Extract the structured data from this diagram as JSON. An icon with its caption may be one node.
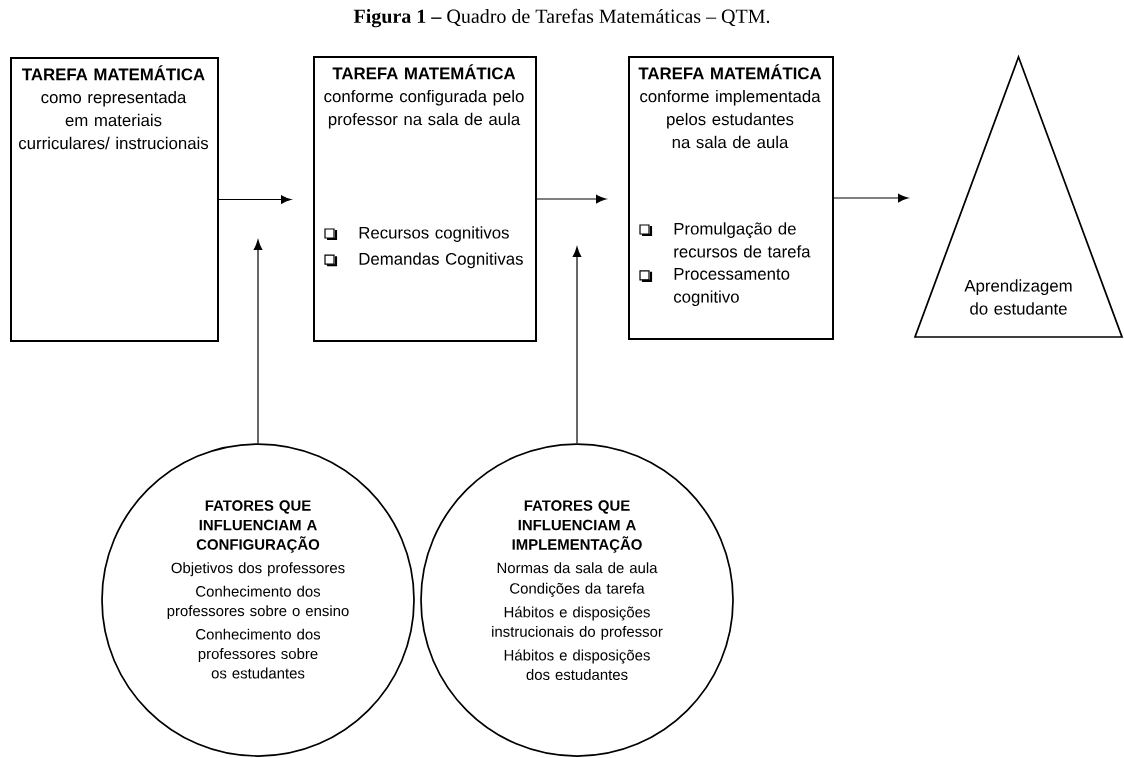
{
  "diagram": {
    "title": "**Figura 1 –** Quadro de Tarefas Matemáticas – QTM.",
    "nodes": [
      {
        "text": [
          "TAREFA MATEMÁTICA",
          "como representada em materiais curriculares/ instrucionais"
        ]
      },
      {
        "text": [
          "TAREFA MATEMÁTICA",
          "conforme configurada pelo professor na sala de aula",
          "Recursos cognitivos",
          "Demandas Cognitivas"
        ]
      },
      {
        "text": [
          "TAREFA MATEMÁTICA",
          "conforme implementada pelos estudantes na sala de aula",
          "Promulgação de recursos de tarefa",
          "Processamento cognitivo"
        ]
      },
      {
        "text": [
          "Aprendizagem do estudante"
        ]
      },
      {
        "text": [
          "FATORES QUE INFLUENCIAM A CONFIGURAÇÃO",
          "Objetivos dos professores",
          "Conhecimento dos professores sobre o ensino",
          "Conhecimento dos professores sobre os estudantes"
        ]
      },
      {
        "text": [
          "FATORES QUE INFLUENCIAM A IMPLEMENTAÇÃO",
          "Normas da sala de aula",
          "Condições da tarefa",
          "Hábitos e disposições instrucionais do professor",
          "Hábitos e disposições dos estudantes"
        ]
      }
    ],
    "edges": [
      {
        "from": 0,
        "to": 1,
        "arrow": "to"
      },
      {
        "from": 1,
        "to": 2,
        "arrow": "to"
      },
      {
        "from": 2,
        "to": 3,
        "arrow": "to"
      },
      {
        "from": 4,
        "to": null,
        "arrow": "to"
      },
      {
        "from": 5,
        "to": null,
        "arrow": "to"
      }
    ]
  }
}
